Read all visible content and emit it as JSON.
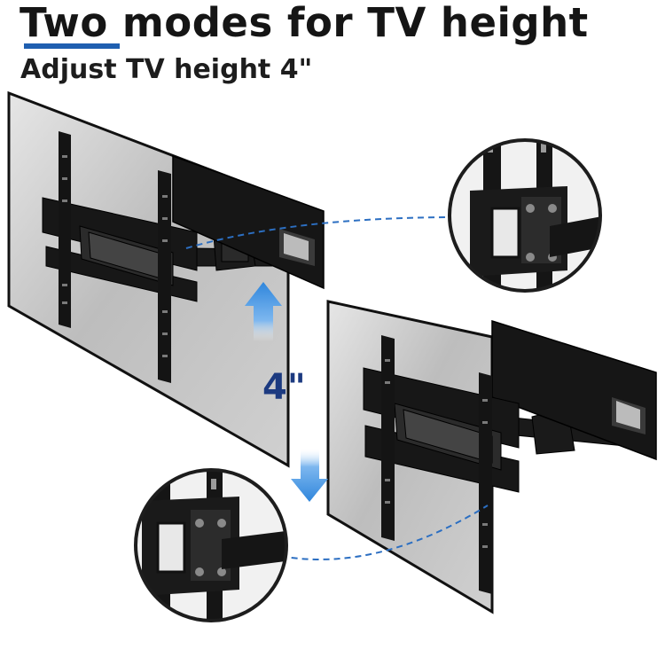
{
  "heading": {
    "title": "Two modes for TV height",
    "subtitle": "Adjust TV height 4\""
  },
  "illustration": {
    "adjustment_label": "4\"",
    "icons": [
      "up-arrow-icon",
      "down-arrow-icon"
    ]
  },
  "colors": {
    "accent_blue": "#1f5fb0",
    "label_blue": "#1c3a80",
    "arrow_blue": "#3d8fe0",
    "dashed_line": "#2c6fc2",
    "mount_black": "#151515",
    "tv_panel_gray": "#bdbdbd"
  }
}
